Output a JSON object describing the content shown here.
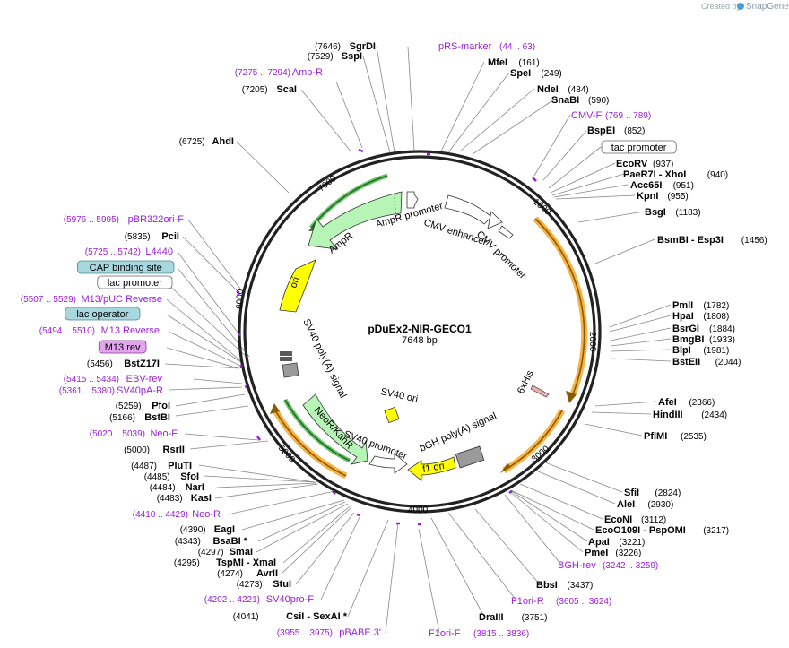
{
  "brand": {
    "created_by": "Created by",
    "app": "SnapGene"
  },
  "plasmid": {
    "name": "pDuEx2-NIR-GECO1",
    "size": "7648 bp"
  },
  "ticks": [
    "1000",
    "2000",
    "3000",
    "4000",
    "5000",
    "6000",
    "7000"
  ],
  "labels": [
    {
      "name": "SgrDI",
      "pos": "(7646)",
      "type": "enzyme"
    },
    {
      "name": "SspI",
      "pos": "(7529)",
      "type": "enzyme"
    },
    {
      "name": "Amp-R",
      "pos": "(7275 .. 7294)",
      "type": "primer"
    },
    {
      "name": "ScaI",
      "pos": "(7205)",
      "type": "enzyme"
    },
    {
      "name": "AhdI",
      "pos": "(6725)",
      "type": "enzyme"
    },
    {
      "name": "pBR322ori-F",
      "pos": "(5976 .. 5995)",
      "type": "primer"
    },
    {
      "name": "PciI",
      "pos": "(5835)",
      "type": "enzyme"
    },
    {
      "name": "L4440",
      "pos": "(5725 .. 5742)",
      "type": "primer"
    },
    {
      "name": "CAP binding site",
      "pos": "",
      "type": "box-blue"
    },
    {
      "name": "lac promoter",
      "pos": "",
      "type": "box-white"
    },
    {
      "name": "M13/pUC Reverse",
      "pos": "(5507 .. 5529)",
      "type": "primer"
    },
    {
      "name": "lac operator",
      "pos": "",
      "type": "box-blue"
    },
    {
      "name": "M13 Reverse",
      "pos": "(5494 .. 5510)",
      "type": "primer"
    },
    {
      "name": "M13 rev",
      "pos": "",
      "type": "box-purple"
    },
    {
      "name": "BstZ17I",
      "pos": "(5456)",
      "type": "enzyme"
    },
    {
      "name": "EBV-rev",
      "pos": "(5415 .. 5434)",
      "type": "primer"
    },
    {
      "name": "SV40pA-R",
      "pos": "(5361 .. 5380)",
      "type": "primer"
    },
    {
      "name": "PfoI",
      "pos": "(5259)",
      "type": "enzyme"
    },
    {
      "name": "BstBI",
      "pos": "(5166)",
      "type": "enzyme"
    },
    {
      "name": "Neo-F",
      "pos": "(5020 .. 5039)",
      "type": "primer"
    },
    {
      "name": "RsrII",
      "pos": "(5000)",
      "type": "enzyme"
    },
    {
      "name": "PluTI",
      "pos": "(4487)",
      "type": "enzyme"
    },
    {
      "name": "SfoI",
      "pos": "(4485)",
      "type": "enzyme"
    },
    {
      "name": "NarI",
      "pos": "(4484)",
      "type": "enzyme"
    },
    {
      "name": "KasI",
      "pos": "(4483)",
      "type": "enzyme"
    },
    {
      "name": "Neo-R",
      "pos": "(4410 .. 4429)",
      "type": "primer"
    },
    {
      "name": "EagI",
      "pos": "(4390)",
      "type": "enzyme"
    },
    {
      "name": "BsaBI *",
      "pos": "(4343)",
      "type": "enzyme"
    },
    {
      "name": "SmaI",
      "pos": "(4297)",
      "type": "enzyme"
    },
    {
      "name": "TspMI - XmaI",
      "pos": "(4295)",
      "type": "enzyme"
    },
    {
      "name": "AvrII",
      "pos": "(4274)",
      "type": "enzyme"
    },
    {
      "name": "StuI",
      "pos": "(4273)",
      "type": "enzyme"
    },
    {
      "name": "SV40pro-F",
      "pos": "(4202 .. 4221)",
      "type": "primer"
    },
    {
      "name": "CsiI - SexAI *",
      "pos": "(4041)",
      "type": "enzyme"
    },
    {
      "name": "pBABE 3'",
      "pos": "(3955 .. 3975)",
      "type": "primer"
    },
    {
      "name": "pRS-marker",
      "pos": "(44 .. 63)",
      "type": "primer"
    },
    {
      "name": "MfeI",
      "pos": "(161)",
      "type": "enzyme"
    },
    {
      "name": "SpeI",
      "pos": "(249)",
      "type": "enzyme"
    },
    {
      "name": "NdeI",
      "pos": "(484)",
      "type": "enzyme"
    },
    {
      "name": "SnaBI",
      "pos": "(590)",
      "type": "enzyme"
    },
    {
      "name": "CMV-F",
      "pos": "(769 .. 789)",
      "type": "primer"
    },
    {
      "name": "BspEI",
      "pos": "(852)",
      "type": "enzyme"
    },
    {
      "name": "tac promoter",
      "pos": "",
      "type": "box-white"
    },
    {
      "name": "EcoRV",
      "pos": "(937)",
      "type": "enzyme"
    },
    {
      "name": "PaeR7I - XhoI",
      "pos": "(940)",
      "type": "enzyme"
    },
    {
      "name": "Acc65I",
      "pos": "(951)",
      "type": "enzyme"
    },
    {
      "name": "KpnI",
      "pos": "(955)",
      "type": "enzyme"
    },
    {
      "name": "BsgI",
      "pos": "(1183)",
      "type": "enzyme"
    },
    {
      "name": "BsmBI - Esp3I",
      "pos": "(1456)",
      "type": "enzyme"
    },
    {
      "name": "PmlI",
      "pos": "(1782)",
      "type": "enzyme"
    },
    {
      "name": "HpaI",
      "pos": "(1808)",
      "type": "enzyme"
    },
    {
      "name": "BsrGI",
      "pos": "(1884)",
      "type": "enzyme"
    },
    {
      "name": "BmgBI",
      "pos": "(1933)",
      "type": "enzyme"
    },
    {
      "name": "BlpI",
      "pos": "(1981)",
      "type": "enzyme"
    },
    {
      "name": "BstEII",
      "pos": "(2044)",
      "type": "enzyme"
    },
    {
      "name": "AfeI",
      "pos": "(2366)",
      "type": "enzyme"
    },
    {
      "name": "HindIII",
      "pos": "(2434)",
      "type": "enzyme"
    },
    {
      "name": "PflMI",
      "pos": "(2535)",
      "type": "enzyme"
    },
    {
      "name": "SfiI",
      "pos": "(2824)",
      "type": "enzyme"
    },
    {
      "name": "AleI",
      "pos": "(2930)",
      "type": "enzyme"
    },
    {
      "name": "EcoNI",
      "pos": "(3112)",
      "type": "enzyme"
    },
    {
      "name": "EcoO109I - PspOMI",
      "pos": "(3217)",
      "type": "enzyme"
    },
    {
      "name": "ApaI",
      "pos": "(3221)",
      "type": "enzyme"
    },
    {
      "name": "PmeI",
      "pos": "(3226)",
      "type": "enzyme"
    },
    {
      "name": "BGH-rev",
      "pos": "(3242 .. 3259)",
      "type": "primer"
    },
    {
      "name": "BbsI",
      "pos": "(3437)",
      "type": "enzyme"
    },
    {
      "name": "F1ori-R",
      "pos": "(3605 .. 3624)",
      "type": "primer"
    },
    {
      "name": "DraIII",
      "pos": "(3751)",
      "type": "enzyme"
    },
    {
      "name": "F1ori-F",
      "pos": "(3815 .. 3836)",
      "type": "primer"
    }
  ],
  "features": {
    "ampr_promoter": "AmpR promoter",
    "ampr": "AmpR",
    "ori": "ori",
    "cmv_enhancer": "CMV enhancer",
    "cmv_promoter": "CMV promoter",
    "sixxhis": "6xHis",
    "sv40_polya": "SV40 poly(A) signal",
    "sv40_ori": "SV40 ori",
    "neo": "NeoR/KanR",
    "sv40_promoter": "SV40 promoter",
    "bgh": "bGH poly(A) signal",
    "f1ori": "f1 ori"
  },
  "colors": {
    "primer": "#9b1fd6",
    "gene_orange": "#f5a623",
    "ampr_green": "#b6f5b6",
    "ori_yellow": "#ffff00",
    "box_blue": "#a0d8e0",
    "box_purple": "#e6a8f0"
  }
}
